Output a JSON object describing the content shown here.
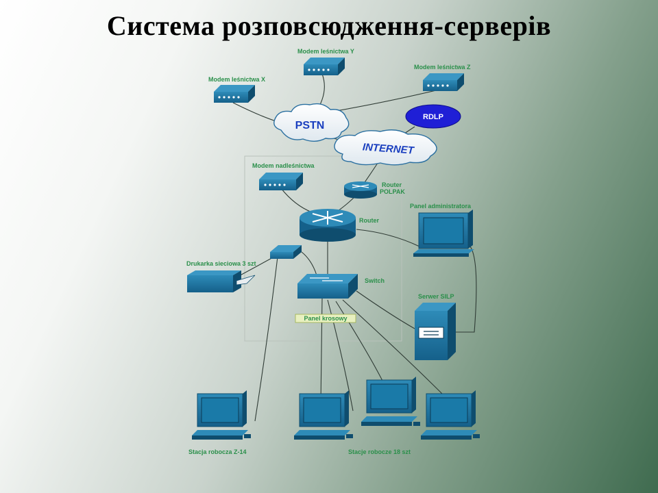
{
  "title": "Система розповсюдження-серверів",
  "labels": {
    "modem_x": "Modem leśnictwa X",
    "modem_y": "Modem leśnictwa Y",
    "modem_z": "Modem leśnictwa Z",
    "pstn": "PSTN",
    "rdlp": "RDLP",
    "internet": "INTERNET",
    "modem_nadlesnictwa": "Modem nadleśnictwa",
    "router_polpak": "Router",
    "router_polpak_2": "POLPAK",
    "router": "Router",
    "panel_admin": "Panel administratora",
    "printer": "Drukarka sieciowa 3 szt",
    "switch": "Switch",
    "serwer": "Serwer SILP",
    "panel_krosowy": "Panel krosowy",
    "stacja_z14": "Stacja robocza Z-14",
    "stacje_18": "Stacje robocze 18 szt"
  },
  "colors": {
    "device_fill": "#1e6f9a",
    "device_dark": "#0f4d6e",
    "label_green": "#2a8f4a",
    "rdlp_fill": "#1f1fd6",
    "internet_text": "#1a3fbf"
  }
}
